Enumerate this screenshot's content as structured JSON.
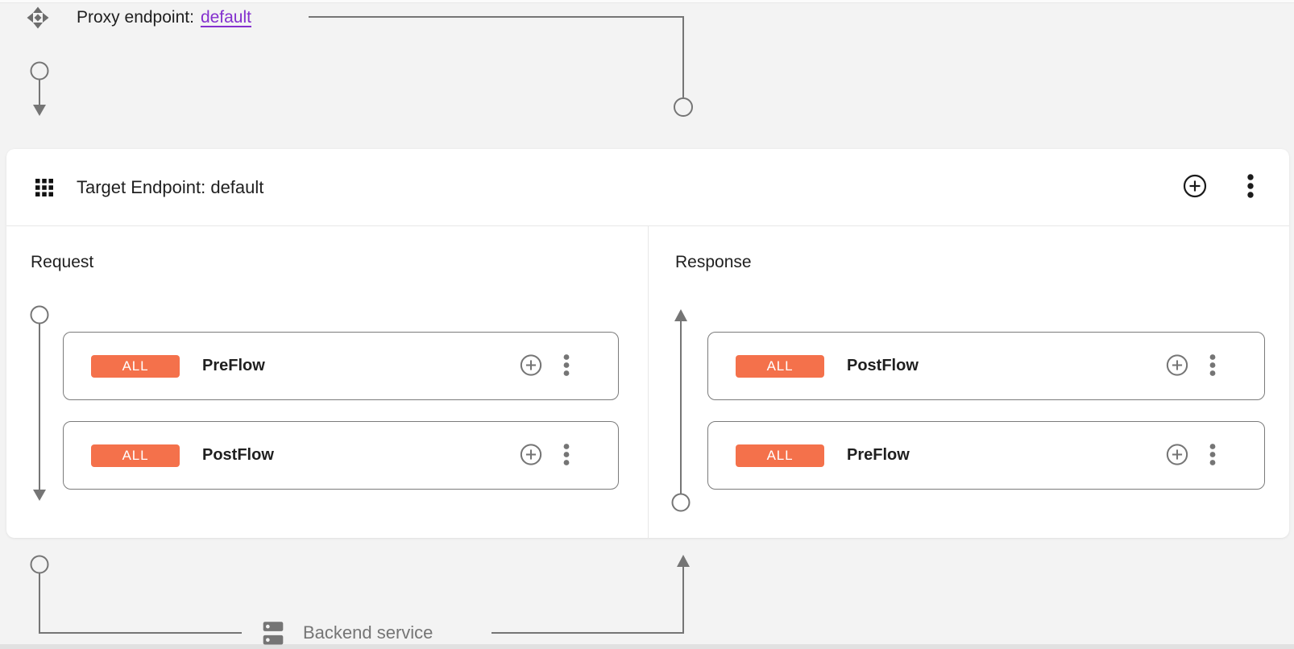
{
  "proxy_endpoint": {
    "label": "Proxy endpoint:",
    "link_text": "default"
  },
  "target_endpoint": {
    "title": "Target Endpoint: default",
    "request": {
      "label": "Request",
      "flows": [
        {
          "condition": "ALL",
          "name": "PreFlow"
        },
        {
          "condition": "ALL",
          "name": "PostFlow"
        }
      ]
    },
    "response": {
      "label": "Response",
      "flows": [
        {
          "condition": "ALL",
          "name": "PostFlow"
        },
        {
          "condition": "ALL",
          "name": "PreFlow"
        }
      ]
    }
  },
  "backend_service": {
    "label": "Backend service"
  },
  "colors": {
    "background": "#F3F3F3",
    "flow_badge_orange": "#F4714B",
    "link_purple": "#8430CE",
    "connector_gray": "#757575",
    "card_border_gray": "#7B7B7B",
    "text_dark": "#1F1F1F"
  },
  "icons": {
    "proxy_endpoint": "diamond-arrows",
    "target_endpoint": "apps-grid",
    "add": "plus-circle",
    "more": "kebab-menu",
    "backend": "dns-server"
  }
}
